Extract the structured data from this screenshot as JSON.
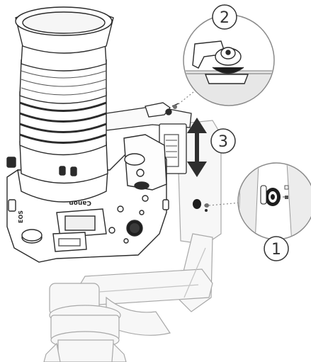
{
  "callouts": {
    "one": "1",
    "two": "2",
    "three": "3"
  },
  "camera": {
    "brand_label": "Canon",
    "model_label": "EOS"
  },
  "colors": {
    "line": "#2b2b2b",
    "light_line": "#9a9a9a",
    "fill_light": "#f2f2f2",
    "fill_dark": "#1e1e1e",
    "arrow": "#2e2e2e"
  },
  "icons": {
    "screw": "screw-icon",
    "lock": "lock-icon",
    "unlock": "unlock-icon"
  }
}
